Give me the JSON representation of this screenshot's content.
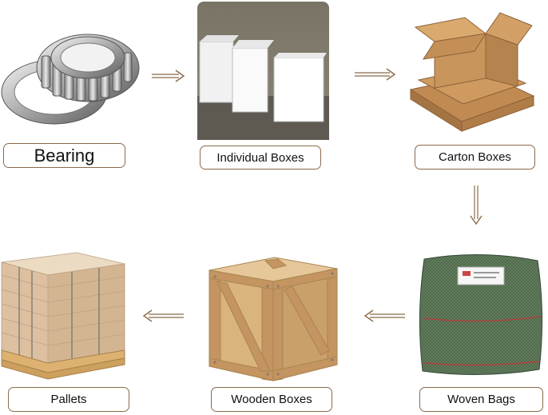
{
  "diagram": {
    "steps": [
      {
        "label": "Bearing",
        "icon": "bearing-icon"
      },
      {
        "label": "Individual Boxes",
        "icon": "white-boxes-icon"
      },
      {
        "label": "Carton Boxes",
        "icon": "carton-box-icon"
      },
      {
        "label": "Woven Bags",
        "icon": "woven-bag-icon"
      },
      {
        "label": "Wooden Boxes",
        "icon": "wooden-crate-icon"
      },
      {
        "label": "Pallets",
        "icon": "pallet-icon"
      }
    ],
    "colors": {
      "label_border": "#8a6a4a",
      "arrow": "#8a6a4a",
      "cardboard": "#c8955c",
      "woven": "#4f6a4a",
      "wood": "#d8b27c"
    }
  }
}
